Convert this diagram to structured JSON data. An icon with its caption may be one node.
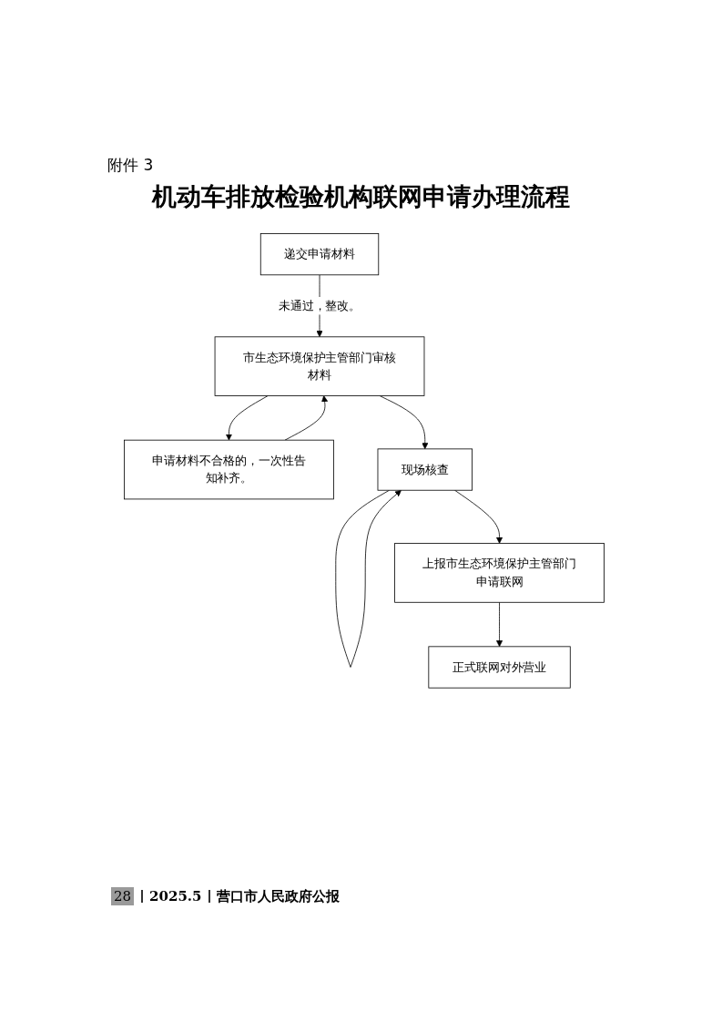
{
  "diagram": {
    "title": "机动车排放检验机构联网申请办理流程",
    "nodes": [
      {
        "text": [
          "递交申请材料"
        ]
      },
      {
        "text": [
          "市生态环境保护主管部门审核材料"
        ]
      },
      {
        "text": [
          "申请材料不合格的，一次性告知补齐。"
        ]
      },
      {
        "text": [
          "现场核查"
        ]
      },
      {
        "text": [
          "上报市生态环境保护主管部门申请联网"
        ]
      },
      {
        "text": [
          "正式联网对外营业"
        ]
      }
    ],
    "edges": [
      {
        "from": 0,
        "to": 1,
        "arrow": "to",
        "label": "未通过，整改。"
      },
      {
        "from": 1,
        "to": 2,
        "arrow": "to"
      },
      {
        "from": 2,
        "to": 1,
        "arrow": "to"
      },
      {
        "from": 1,
        "to": 3,
        "arrow": "to"
      },
      {
        "from": 3,
        "to": 3,
        "arrow": "to"
      },
      {
        "from": 3,
        "to": 4,
        "arrow": "to"
      },
      {
        "from": 4,
        "to": 5,
        "arrow": "to"
      }
    ],
    "labels": [
      "附件 3",
      "28",
      "2025.5",
      "营口市人民政府公报"
    ]
  }
}
